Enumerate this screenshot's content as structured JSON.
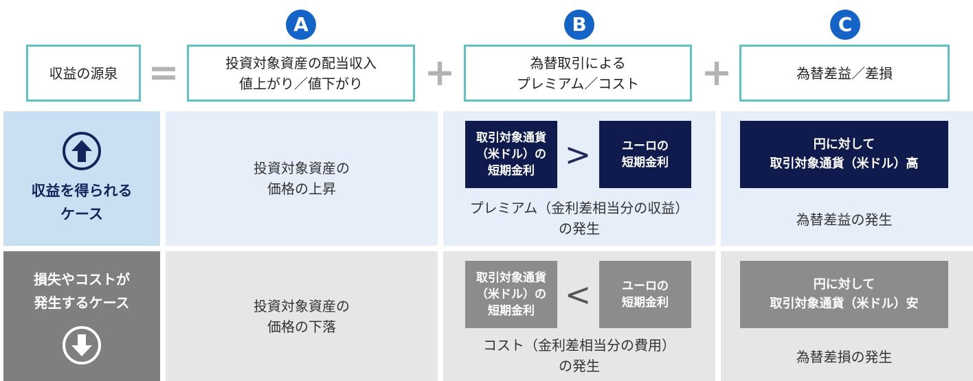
{
  "header": {
    "source": "収益の源泉",
    "equals": "=",
    "plus": "+",
    "a": {
      "badge": "A",
      "line1": "投資対象資産の配当収入",
      "line2": "値上がり／値下がり"
    },
    "b": {
      "badge": "B",
      "line1": "為替取引による",
      "line2": "プレミアム／コスト"
    },
    "c": {
      "badge": "C",
      "label": "為替差益／差損"
    }
  },
  "profit_row": {
    "label_line1": "収益を得られる",
    "label_line2": "ケース",
    "a_line1": "投資対象資産の",
    "a_line2": "価格の上昇",
    "b_left_line1": "取引対象通貨",
    "b_left_line2": "（米ドル）の",
    "b_left_line3": "短期金利",
    "b_compare": ">",
    "b_right_line1": "ユーロの",
    "b_right_line2": "短期金利",
    "b_result_line1": "プレミアム（金利差相当分の収益）",
    "b_result_line2": "の発生",
    "c_box_line1": "円に対して",
    "c_box_line2": "取引対象通貨（米ドル）高",
    "c_result": "為替差益の発生"
  },
  "loss_row": {
    "label_line1": "損失やコストが",
    "label_line2": "発生するケース",
    "a_line1": "投資対象資産の",
    "a_line2": "価格の下落",
    "b_left_line1": "取引対象通貨",
    "b_left_line2": "（米ドル）の",
    "b_left_line3": "短期金利",
    "b_compare": "<",
    "b_right_line1": "ユーロの",
    "b_right_line2": "短期金利",
    "b_result_line1": "コスト（金利差相当分の費用）",
    "b_result_line2": "の発生",
    "c_box_line1": "円に対して",
    "c_box_line2": "取引対象通貨（米ドル）安",
    "c_result": "為替差損の発生"
  },
  "colors": {
    "teal_border": "#5cc2c6",
    "badge_blue": "#1464c8",
    "navy": "#0f1a4d",
    "profit_head": "#c9dff2",
    "profit_cell": "#e6eef9",
    "loss_head": "#7f7f7f",
    "loss_cell": "#e6e6e6"
  },
  "icons": {
    "profit": "arrow-up-circle-icon",
    "loss": "arrow-down-circle-icon"
  }
}
